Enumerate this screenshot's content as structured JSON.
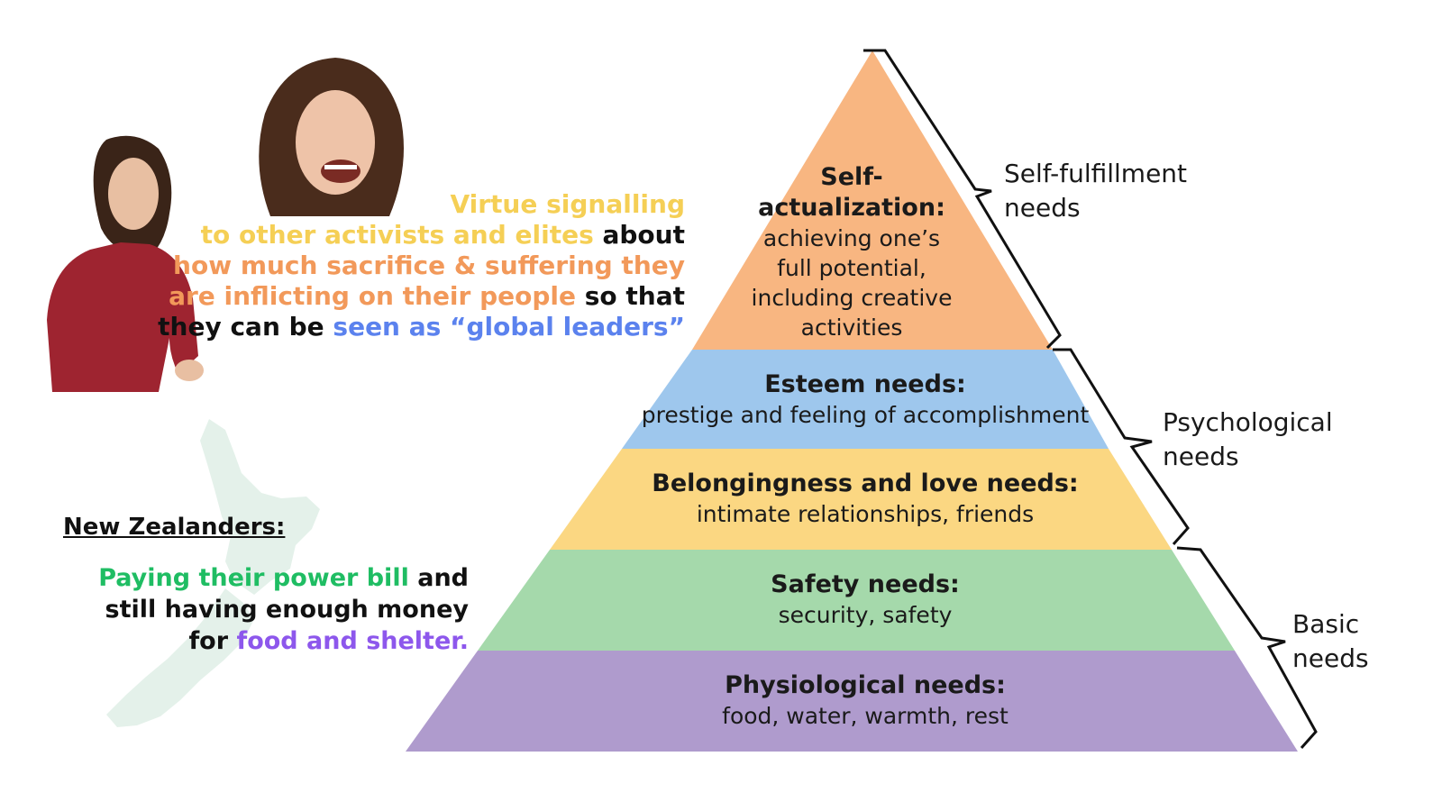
{
  "colors": {
    "yellow": "#f5cf55",
    "orange": "#f2995a",
    "blue": "#5b82ee",
    "green": "#1fbd63",
    "purple": "#8d57ec",
    "tier_top": "#f8b681",
    "tier_esteem": "#9ec7ed",
    "tier_belonging": "#fbd782",
    "tier_safety": "#a5d9ab",
    "tier_physiological": "#af9bcd",
    "nz_map": "#e4f1ea"
  },
  "virtue": {
    "line1": "Virtue signalling",
    "line2_colored": "to other activists and elites",
    "line2_plain": " about",
    "line3_colored": "how much sacrifice & suffering they",
    "line4_colored": "are inflicting on their people",
    "line4_plain": " so that",
    "line5_plain": "they can be ",
    "line5_colored": "seen as “global leaders”"
  },
  "nz": {
    "heading": "New Zealanders:",
    "line1_colored": "Paying their power bill",
    "line1_plain": " and",
    "line2": "still having enough money",
    "line3_plain": "for ",
    "line3_colored": "food and shelter."
  },
  "pyramid": {
    "tiers": [
      {
        "title": "Self-",
        "title2": "actualization:",
        "desc": [
          "achieving one’s",
          "full potential,",
          "including creative",
          "activities"
        ]
      },
      {
        "title": "Esteem needs:",
        "desc": [
          "prestige and feeling of accomplishment"
        ]
      },
      {
        "title": "Belongingness and love needs:",
        "desc": [
          "intimate relationships, friends"
        ]
      },
      {
        "title": "Safety needs:",
        "desc": [
          "security, safety"
        ]
      },
      {
        "title": "Physiological needs:",
        "desc": [
          "food, water, warmth, rest"
        ]
      }
    ],
    "brackets": [
      {
        "line1": "Self-fulfillment",
        "line2": "needs"
      },
      {
        "line1": "Psychological",
        "line2": "needs"
      },
      {
        "line1": "Basic",
        "line2": "needs"
      }
    ]
  }
}
